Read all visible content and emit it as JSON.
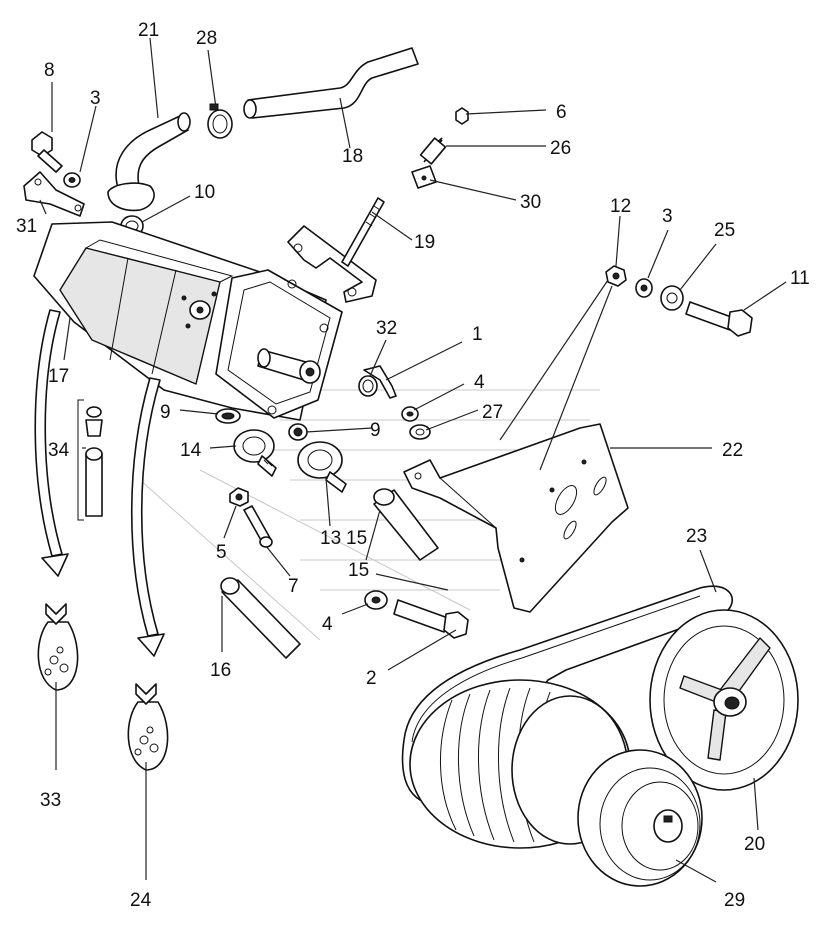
{
  "labels": [
    "1",
    "2",
    "3",
    "3",
    "4",
    "4",
    "5",
    "6",
    "7",
    "8",
    "9",
    "9",
    "10",
    "11",
    "12",
    "13",
    "14",
    "15",
    "15",
    "16",
    "17",
    "18",
    "19",
    "20",
    "21",
    "22",
    "23",
    "24",
    "25",
    "26",
    "27",
    "28",
    "29",
    "30",
    "31",
    "32",
    "33",
    "34"
  ]
}
